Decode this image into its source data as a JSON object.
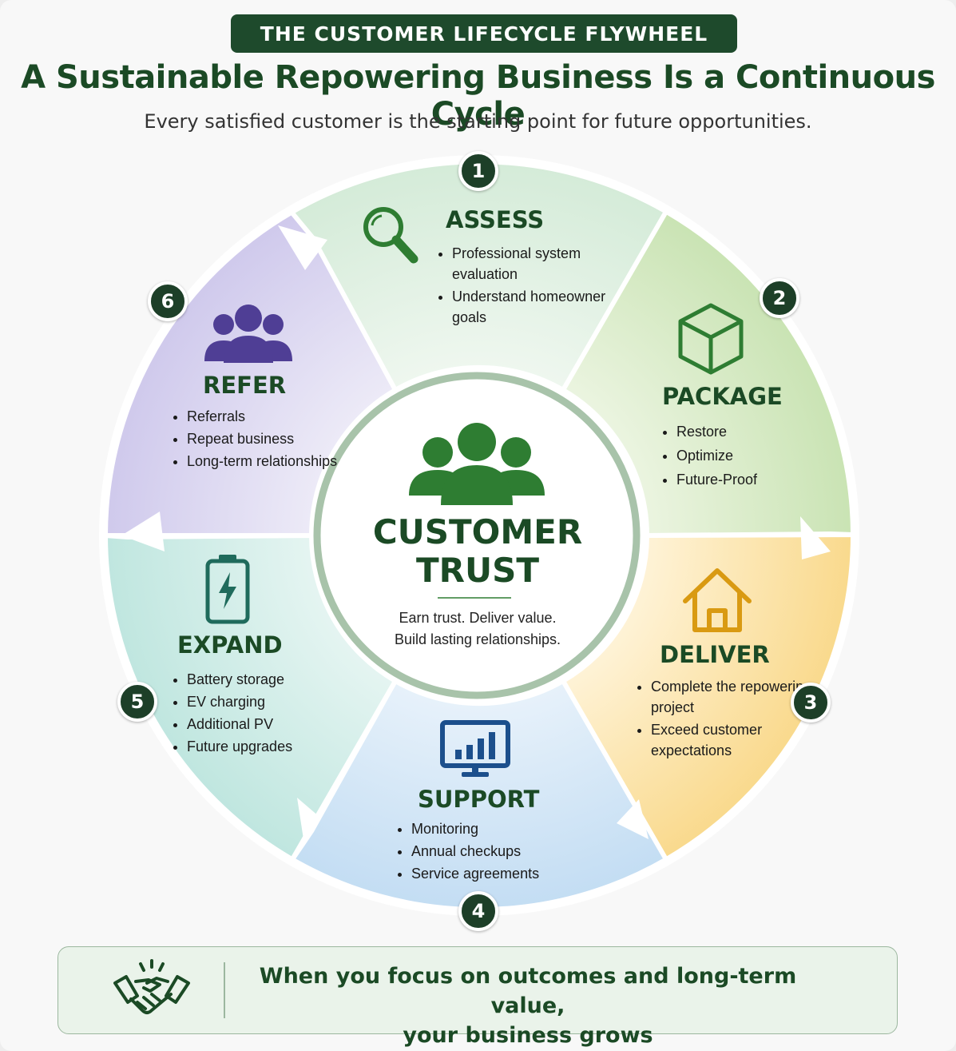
{
  "header": {
    "banner": "THE CUSTOMER LIFECYCLE FLYWHEEL",
    "title": "A Sustainable Repowering Business Is a Continuous Cycle",
    "subtitle": "Every satisfied customer is the starting point for future opportunities."
  },
  "center": {
    "title_line1": "CUSTOMER",
    "title_line2": "TRUST",
    "tagline_line1": "Earn trust. Deliver value.",
    "tagline_line2": "Build lasting relationships.",
    "icon": "people-group-icon"
  },
  "stages": [
    {
      "number": "1",
      "title": "ASSESS",
      "icon": "magnifier-icon",
      "color": "#dcefe0",
      "bullets": [
        "Professional system evaluation",
        "Understand homeowner goals"
      ]
    },
    {
      "number": "2",
      "title": "PACKAGE",
      "icon": "box-icon",
      "color": "#d8ebc8",
      "bullets": [
        "Restore",
        "Optimize",
        "Future-Proof"
      ]
    },
    {
      "number": "3",
      "title": "DELIVER",
      "icon": "house-icon",
      "color": "#fce3ad",
      "bullets": [
        "Complete the repowering project",
        "Exceed customer expectations"
      ]
    },
    {
      "number": "4",
      "title": "SUPPORT",
      "icon": "monitor-chart-icon",
      "color": "#d3e6f6",
      "bullets": [
        "Monitoring",
        "Annual checkups",
        "Service agreements"
      ]
    },
    {
      "number": "5",
      "title": "EXPAND",
      "icon": "battery-icon",
      "color": "#cfece7",
      "bullets": [
        "Battery storage",
        "EV charging",
        "Additional PV",
        "Future upgrades"
      ]
    },
    {
      "number": "6",
      "title": "REFER",
      "icon": "people-icon",
      "color": "#ddd9f1",
      "bullets": [
        "Referrals",
        "Repeat business",
        "Long-term relationships"
      ]
    }
  ],
  "footer": {
    "icon": "handshake-icon",
    "line1": "When you focus on outcomes and long-term value,",
    "line2": "your business grows"
  },
  "colors": {
    "dark_green": "#1b4a25",
    "badge": "#1d3f28",
    "icon_green": "#2e7d32",
    "icon_gold": "#d99a12",
    "icon_blue": "#1c4f8c",
    "icon_teal": "#1f6b5c",
    "icon_purple": "#4f3e95"
  }
}
